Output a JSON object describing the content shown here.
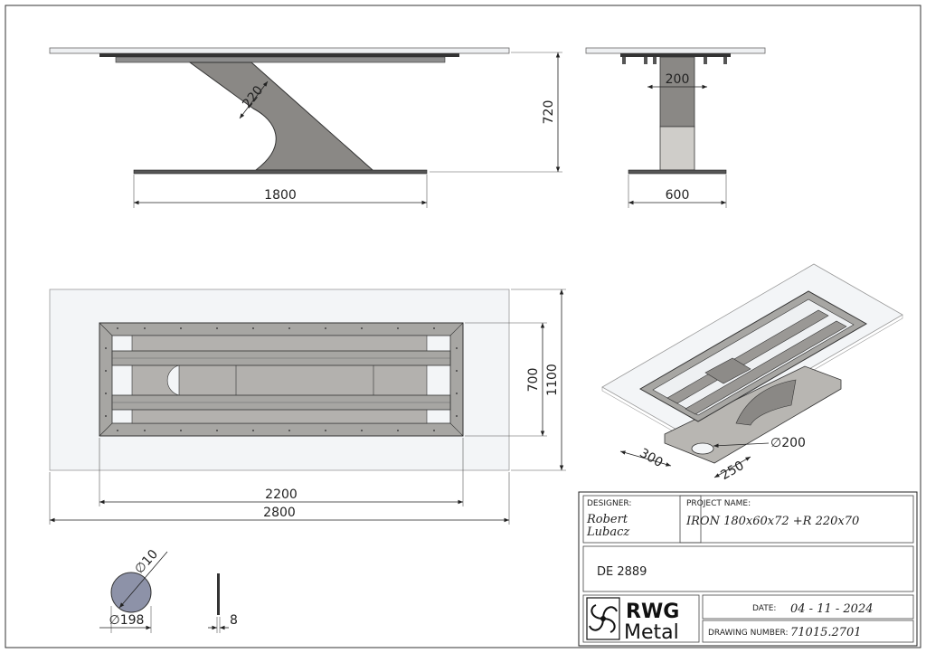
{
  "dimensions": {
    "side_width": "1800",
    "side_height": "720",
    "side_leg": "220",
    "front_width": "600",
    "front_leg": "200",
    "top_frame": "2200",
    "top_glass": "2800",
    "top_frame_depth": "700",
    "top_glass_depth": "1100",
    "iso_hole": "∅200",
    "iso_a": "300",
    "iso_b": "250",
    "disc_diameter": "∅198",
    "disc_hole": "∅10",
    "plate_thickness": "8"
  },
  "title_block": {
    "designer_label": "DESIGNER:",
    "designer_name_1": "Robert",
    "designer_name_2": "Lubacz",
    "project_label": "PROJECT NAME:",
    "project_name": "IRON 180x60x72 +R 220x70",
    "code": "DE 2889",
    "logo_top": "RWG",
    "logo_bottom": "Metal",
    "date_label": "DATE:",
    "date_value": "04 - 11 - 2024",
    "drawing_number_label": "DRAWING NUMBER:",
    "drawing_number_value": "71015.2701"
  }
}
